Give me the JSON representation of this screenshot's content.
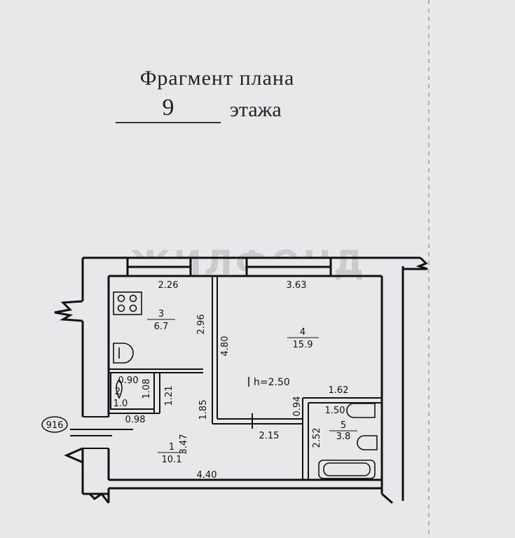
{
  "header": {
    "title": "Фрагмент плана",
    "floor_number": "9",
    "floor_word": "этажа"
  },
  "watermark": "ЖИЛФОНД",
  "stair_tag": "916",
  "ceiling_height": "h=2.50",
  "rooms": [
    {
      "number": "1",
      "area": "10.1"
    },
    {
      "number": "2",
      "area": "1.0"
    },
    {
      "number": "3",
      "area": "6.7"
    },
    {
      "number": "4",
      "area": "15.9"
    },
    {
      "number": "5",
      "area": "3.8"
    }
  ],
  "dimensions": {
    "kitchen_width": "2.26",
    "room_width": "3.63",
    "kitchen_depth": "2.96",
    "room_depth": "4.80",
    "wc_width": "0.90",
    "wc_depth": "1.08",
    "wc_bottom": "0.98",
    "hall_notch": "1.21",
    "hall_depth_left": "1.85",
    "hall_depth": "3.47",
    "hall_length": "4.40",
    "room_bottom": "2.15",
    "bath_top": "1.62",
    "bath_inner": "1.50",
    "bath_side": "0.94",
    "bath_depth": "2.52"
  },
  "colors": {
    "background": "#e9e7ec",
    "ink": "#111111"
  }
}
